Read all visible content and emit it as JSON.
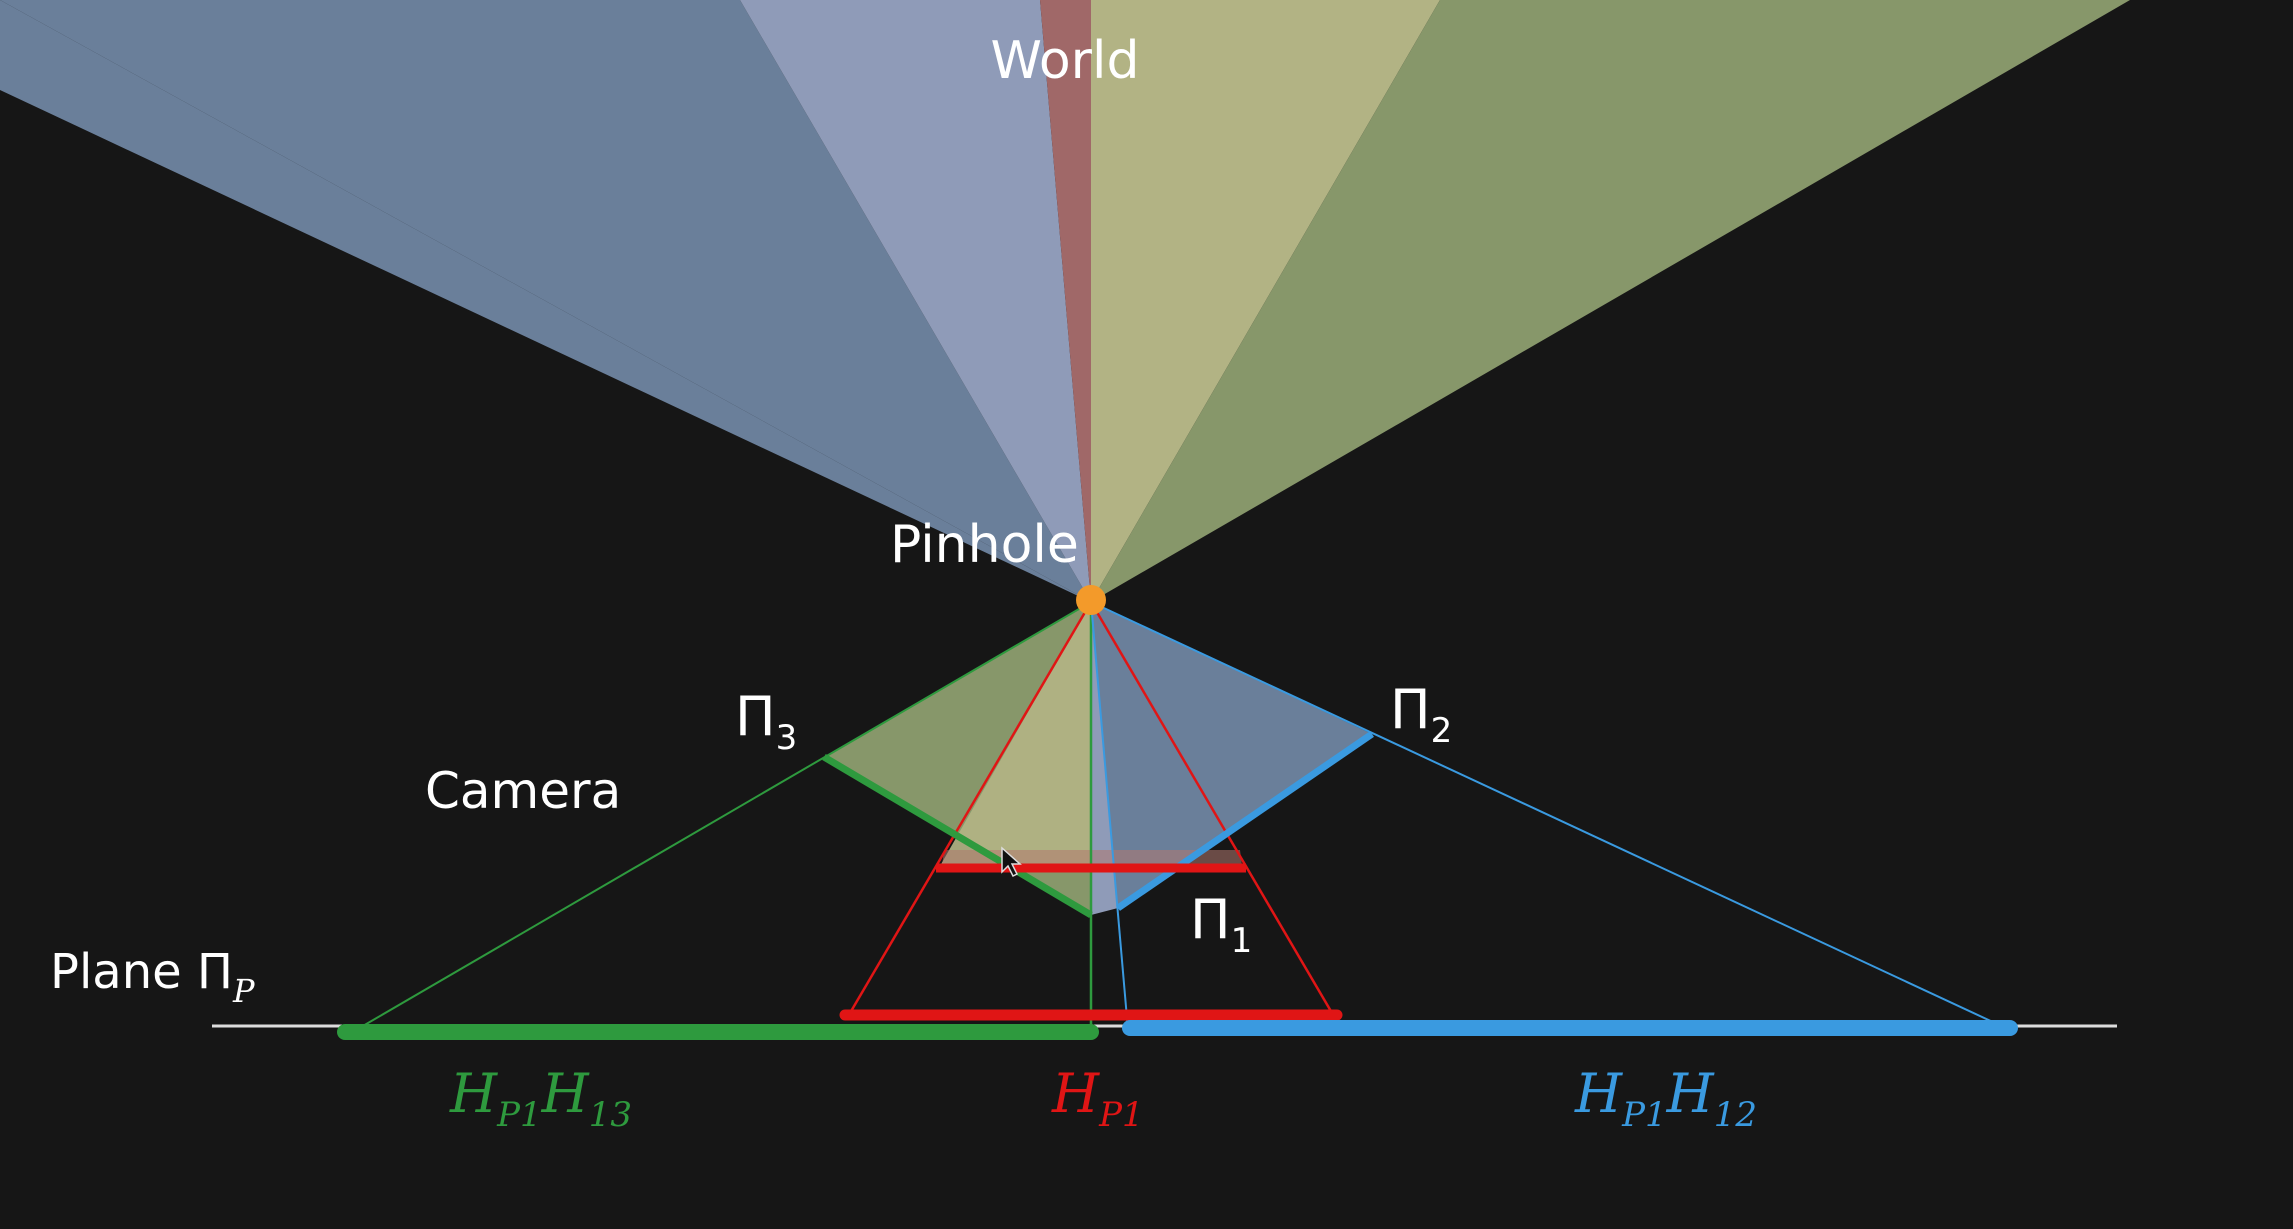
{
  "labels": {
    "world": "World",
    "pinhole": "Pinhole",
    "camera": "Camera",
    "plane": "Plane Π",
    "plane_sub": "P",
    "pi3": "Π",
    "pi3_sub": "3",
    "pi2": "Π",
    "pi2_sub": "2",
    "pi1": "Π",
    "pi1_sub": "1",
    "h_left_a": "H",
    "h_left_a_sub": "P1",
    "h_left_b": "H",
    "h_left_b_sub": "13",
    "h_mid": "H",
    "h_mid_sub": "P1",
    "h_right_a": "H",
    "h_right_a_sub": "P1",
    "h_right_b": "H",
    "h_right_b_sub": "12"
  },
  "colors": {
    "background": "#161616",
    "blue_fan": "#6a7f9a",
    "lavender_fan": "#8f9bb8",
    "red_fan": "#a06868",
    "tan_fan": "#b2b384",
    "green_fan": "#87976a",
    "pinhole": "#f39a2a",
    "green": "#2e9a3e",
    "blue": "#3a9ae0",
    "red": "#e01515",
    "white": "#ffffff"
  }
}
